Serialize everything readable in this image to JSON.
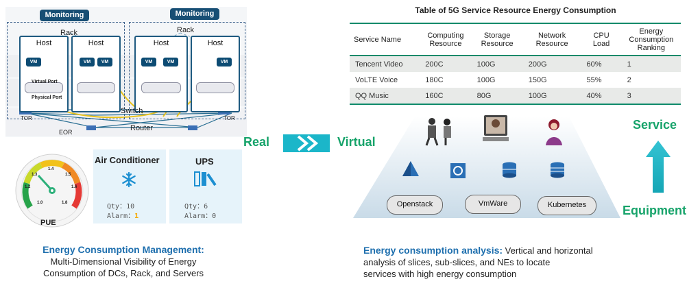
{
  "topology": {
    "monitoring_labels": [
      "Monitoring",
      "Monitoring"
    ],
    "rack_labels": [
      "Rack",
      "Rack"
    ],
    "host_labels": [
      "Host",
      "Host",
      "Host",
      "Host"
    ],
    "vm_label": "VM",
    "virtual_port": "Virtual Port",
    "physical_port": "Physical Port",
    "switch_label": "Switch",
    "tor_labels": [
      "TOR",
      "TOR"
    ],
    "eor_label": "EOR",
    "router_label": "Router"
  },
  "gauge": {
    "label": "PUE",
    "ticks": [
      "1.0",
      "1.2",
      "1.3",
      "1.4",
      "1.5",
      "1.6",
      "1.8"
    ],
    "value": 1.3,
    "colors": [
      "#27a34a",
      "#c9d92a",
      "#f2c21b",
      "#f08a24",
      "#e53935"
    ]
  },
  "cards": [
    {
      "title": "Air Conditioner",
      "icon": "snowflake-icon",
      "qty_label": "Qty：",
      "qty": "10",
      "alarm_label": "Alarm：",
      "alarm": "1",
      "alarm_color": "#f5a800"
    },
    {
      "title": "UPS",
      "icon": "ups-battery-icon",
      "qty_label": "Qty：",
      "qty": "6",
      "alarm_label": "Alarm：",
      "alarm": "0",
      "alarm_color": "#555555"
    }
  ],
  "left_caption": {
    "heading": "Energy Consumption Management:",
    "line1": "Multi-Dimensional Visibility of Energy",
    "line2": "Consumption of DCs, Rack, and Servers"
  },
  "transition": {
    "real": "Real",
    "virtual": "Virtual",
    "accent": "#1bb6c9"
  },
  "table": {
    "title": "Table of 5G Service Resource Energy Consumption",
    "headers": [
      [
        "Service Name"
      ],
      [
        "Computing",
        "Resource"
      ],
      [
        "Storage",
        "Resource"
      ],
      [
        "Network",
        "Resource"
      ],
      [
        "CPU",
        "Load"
      ],
      [
        "Energy",
        "Consumption",
        "Ranking"
      ]
    ],
    "rows": [
      [
        "Tencent Video",
        "200C",
        "100G",
        "200G",
        "60%",
        "1"
      ],
      [
        "VoLTE Voice",
        "180C",
        "100G",
        "150G",
        "55%",
        "2"
      ],
      [
        "QQ Music",
        "160C",
        "80G",
        "100G",
        "40%",
        "3"
      ]
    ]
  },
  "platform": {
    "clouds": [
      "Openstack",
      "VmWare",
      "Kubernetes"
    ],
    "service_label": "Service",
    "equipment_label": "Equipment"
  },
  "right_caption": {
    "heading": "Energy consumption analysis:",
    "line1_rest": " Vertical and horizontal",
    "line2": "analysis of slices, sub-slices, and NEs to locate",
    "line3": "services with high energy consumption"
  }
}
